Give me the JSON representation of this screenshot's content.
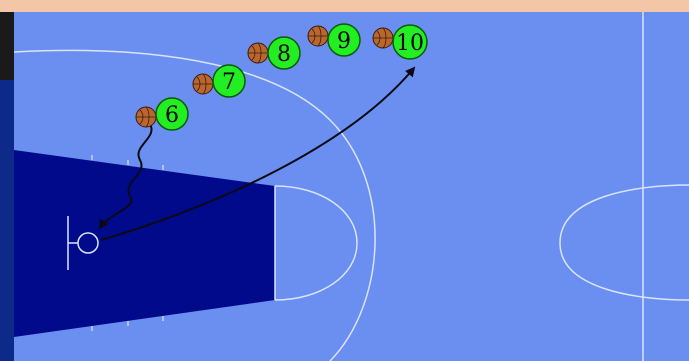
{
  "diagram": {
    "colors": {
      "top_band": "#f2c6a6",
      "left_band_dark": "#1a1a1a",
      "left_band_blue": "#0d2a8a",
      "court": "#6b8ff1",
      "paint": "#020a8c",
      "court_lines": "#d9e4ff",
      "player_fill": "#22ee22",
      "player_stroke": "#0a5a0a",
      "ball": "#b9672f",
      "ball_seam": "#3a1a08",
      "path": "#0a0a14"
    },
    "icons": [
      "basketball-icon",
      "basketball-hoop-icon"
    ],
    "players": [
      {
        "label": "6"
      },
      {
        "label": "7"
      },
      {
        "label": "8"
      },
      {
        "label": "9"
      },
      {
        "label": "10"
      }
    ]
  }
}
